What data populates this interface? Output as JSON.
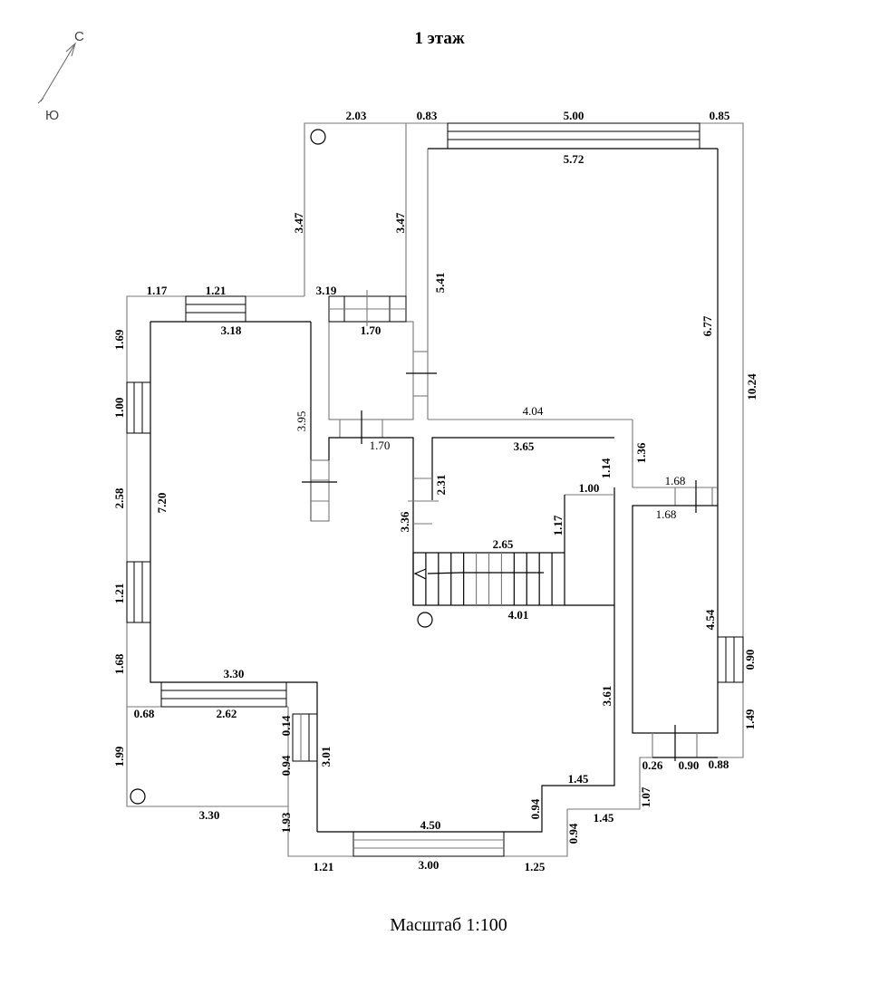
{
  "title": "1 этаж",
  "scale_label": "Масштаб 1:100",
  "compass": {
    "north": "С",
    "south": "Ю"
  },
  "dimensions": {
    "top_left_room_width": "2.03",
    "top_gap": "0.83",
    "top_window": "5.00",
    "top_right_gap": "0.85",
    "main_room_width": "5.72",
    "top_left_room_left": "3.47",
    "top_left_room_right": "3.47",
    "main_room_left": "5.41",
    "main_room_right": "6.77",
    "right_outer_total": "10.24",
    "left_top_gap": "1.17",
    "left_top_window": "1.21",
    "mid_top_wall": "3.19",
    "living_width": "3.18",
    "hall_top": "1.70",
    "hall_bottom": "1.70",
    "living_inner_right": "3.95",
    "left_seg_1": "1.69",
    "left_window_1": "1.00",
    "left_seg_2": "2.58",
    "living_height": "7.20",
    "left_window_2": "1.21",
    "left_seg_3": "1.68",
    "main_room_bottom": "4.04",
    "corridor_drop": "1.36",
    "corridor_top": "1.68",
    "corridor_bottom": "1.68",
    "kitchen_top": "3.65",
    "kitchen_right_upper": "1.14",
    "kitchen_step": "1.00",
    "kitchen_step_height": "1.17",
    "kitchen_left": "2.31",
    "stair_wall_left": "3.36",
    "stair_width": "2.65",
    "stair_bottom": "4.01",
    "right_room_height": "4.54",
    "right_window": "0.90",
    "right_lower": "1.49",
    "right_bottom_a": "0.26",
    "right_bottom_door": "0.90",
    "right_bottom_b": "0.88",
    "lower_right_wall": "3.61",
    "step_1_horizontal": "1.45",
    "step_1_vertical": "0.94",
    "step_2_horizontal": "1.45",
    "step_2_vertical": "0.94",
    "step_right_vertical": "1.07",
    "living_bottom": "3.30",
    "terrace_left": "0.68",
    "terrace_window": "2.62",
    "terrace_height": "1.99",
    "terrace_bottom": "3.30",
    "terrace_door_top": "0.14",
    "terrace_door_bottom": "0.94",
    "entrance_wall": "3.01",
    "bottom_left_vertical": "1.93",
    "bottom_inner": "4.50",
    "bottom_left": "1.21",
    "bottom_window": "3.00",
    "bottom_right": "1.25"
  }
}
